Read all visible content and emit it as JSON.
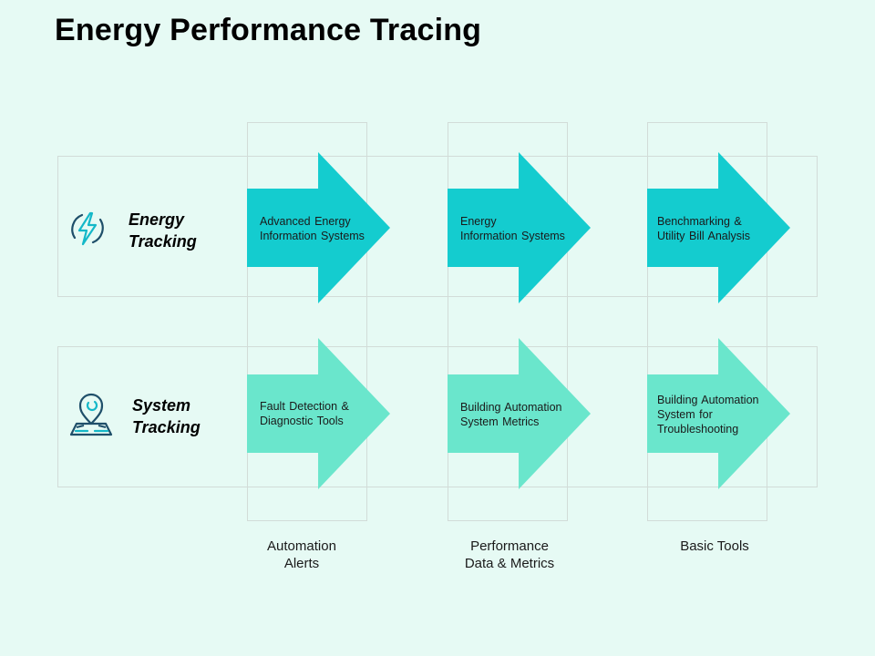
{
  "title": "Energy Performance Tracing",
  "rows": [
    {
      "label_line1": "Energy",
      "label_line2": "Tracking",
      "icon": "lightning-bolt-icon",
      "arrows": [
        {
          "line1": "Advanced  Energy",
          "line2": "Information  Systems",
          "line3": ""
        },
        {
          "line1": "Energy",
          "line2": "Information  Systems",
          "line3": ""
        },
        {
          "line1": "Benchmarking &",
          "line2": "Utility Bill Analysis",
          "line3": ""
        }
      ]
    },
    {
      "label_line1": "System",
      "label_line2": "Tracking",
      "icon": "location-pin-map-icon",
      "arrows": [
        {
          "line1": "Fault Detection &",
          "line2": "Diagnostic Tools",
          "line3": ""
        },
        {
          "line1": "Building Automation",
          "line2": "System Metrics",
          "line3": ""
        },
        {
          "line1": "Building Automation",
          "line2": "System for",
          "line3": "Troubleshooting"
        }
      ]
    }
  ],
  "columns": [
    {
      "line1": "Automation",
      "line2": "Alerts"
    },
    {
      "line1": "Performance",
      "line2": "Data & Metrics"
    },
    {
      "line1": "Basic Tools",
      "line2": ""
    }
  ],
  "colors": {
    "background": "#e6faf4",
    "arrow_top": "#14cccf",
    "arrow_bottom": "#6ae6cc",
    "icon_stroke": "#1f4f6a",
    "icon_accent": "#14b8c8"
  }
}
